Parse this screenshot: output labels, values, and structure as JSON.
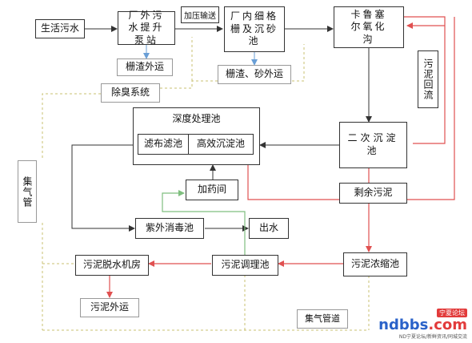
{
  "nodes": {
    "domestic_sewage": "生活污水",
    "lift_pump": "厂外污水提升泵站",
    "pressurized": "加压输送",
    "fine_screen": "厂内细格栅及沉砂池",
    "carrousel": "卡鲁塞尔氧化沟",
    "screenings_out": "栅渣外运",
    "screenings_sand_out": "栅渣、砂外运",
    "deodor": "除臭系统",
    "sludge_return": "污泥回流",
    "deep_treatment": "深度处理池",
    "cloth_filter": "滤布滤池",
    "hi_eff_settling": "高效沉淀池",
    "secondary_clarifier": "二次沉淀池",
    "dosing_room": "加药间",
    "excess_sludge": "剩余污泥",
    "gas_pipe": "集气管",
    "uv_disinfection": "紫外消毒池",
    "effluent": "出水",
    "sludge_dewatering": "污泥脱水机房",
    "sludge_conditioning": "污泥调理池",
    "sludge_thickening": "污泥浓缩池",
    "sludge_out": "污泥外运",
    "gas_pipeline": "集气管道"
  },
  "watermark": {
    "badge": "宁夏论坛",
    "logo_main": "ndbbs",
    "logo_suffix": ".com",
    "tagline": "ND宁夏论坛/新鲜资讯/同城交流"
  },
  "colors": {
    "black_line": "#333333",
    "red_line": "#e05050",
    "green_line": "#7fbf7f",
    "blue_line": "#6a9fd6",
    "dashed_line": "#c8c070"
  }
}
